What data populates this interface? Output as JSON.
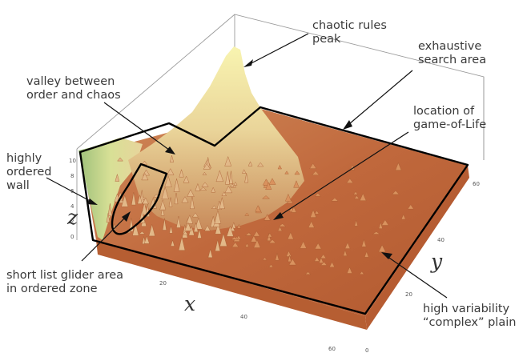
{
  "chart_data": {
    "type": "surface3d",
    "title": "",
    "axes": {
      "x": {
        "label": "x",
        "ticks": [
          "20",
          "40",
          "60"
        ],
        "range": [
          0,
          66
        ]
      },
      "y": {
        "label": "y",
        "ticks": [
          "0",
          "20",
          "40",
          "60"
        ],
        "range": [
          0,
          66
        ]
      },
      "z": {
        "label": "z",
        "ticks": [
          "0",
          "2",
          "4",
          "6",
          "8",
          "10"
        ],
        "range": [
          0,
          11
        ]
      }
    },
    "colors": {
      "plain": "#c9784a",
      "plain_dark": "#a85a30",
      "peak": "#f6f0a8",
      "wall": "#c2d77e",
      "outline": "#000000"
    },
    "regions": [
      {
        "name": "chaotic rules peak",
        "x": 10,
        "y": 30,
        "z": 11
      },
      {
        "name": "highly ordered wall",
        "x": 2,
        "y": 2,
        "z": 7
      },
      {
        "name": "valley between order and chaos",
        "x": 12,
        "y": 20,
        "z": 5
      },
      {
        "name": "location of game-of-Life",
        "x": 26,
        "y": 30,
        "z": 1.5
      },
      {
        "name": "high variability complex plain",
        "x": 45,
        "y": 50,
        "z": 0.5
      }
    ],
    "annotations": [
      {
        "id": "chaotic-peak",
        "lines": [
          "chaotic rules",
          "peak"
        ]
      },
      {
        "id": "exhaustive-search",
        "lines": [
          "exhaustive",
          "search area"
        ]
      },
      {
        "id": "valley",
        "lines": [
          "valley between",
          "order and chaos"
        ]
      },
      {
        "id": "game-of-life",
        "lines": [
          "location of",
          "game-of-Life"
        ]
      },
      {
        "id": "ordered-wall",
        "lines": [
          "highly",
          "ordered",
          "wall"
        ]
      },
      {
        "id": "glider-area",
        "lines": [
          "short list glider area",
          "in ordered zone"
        ]
      },
      {
        "id": "complex-plain",
        "lines": [
          "high variability",
          "“complex” plain"
        ]
      }
    ]
  }
}
